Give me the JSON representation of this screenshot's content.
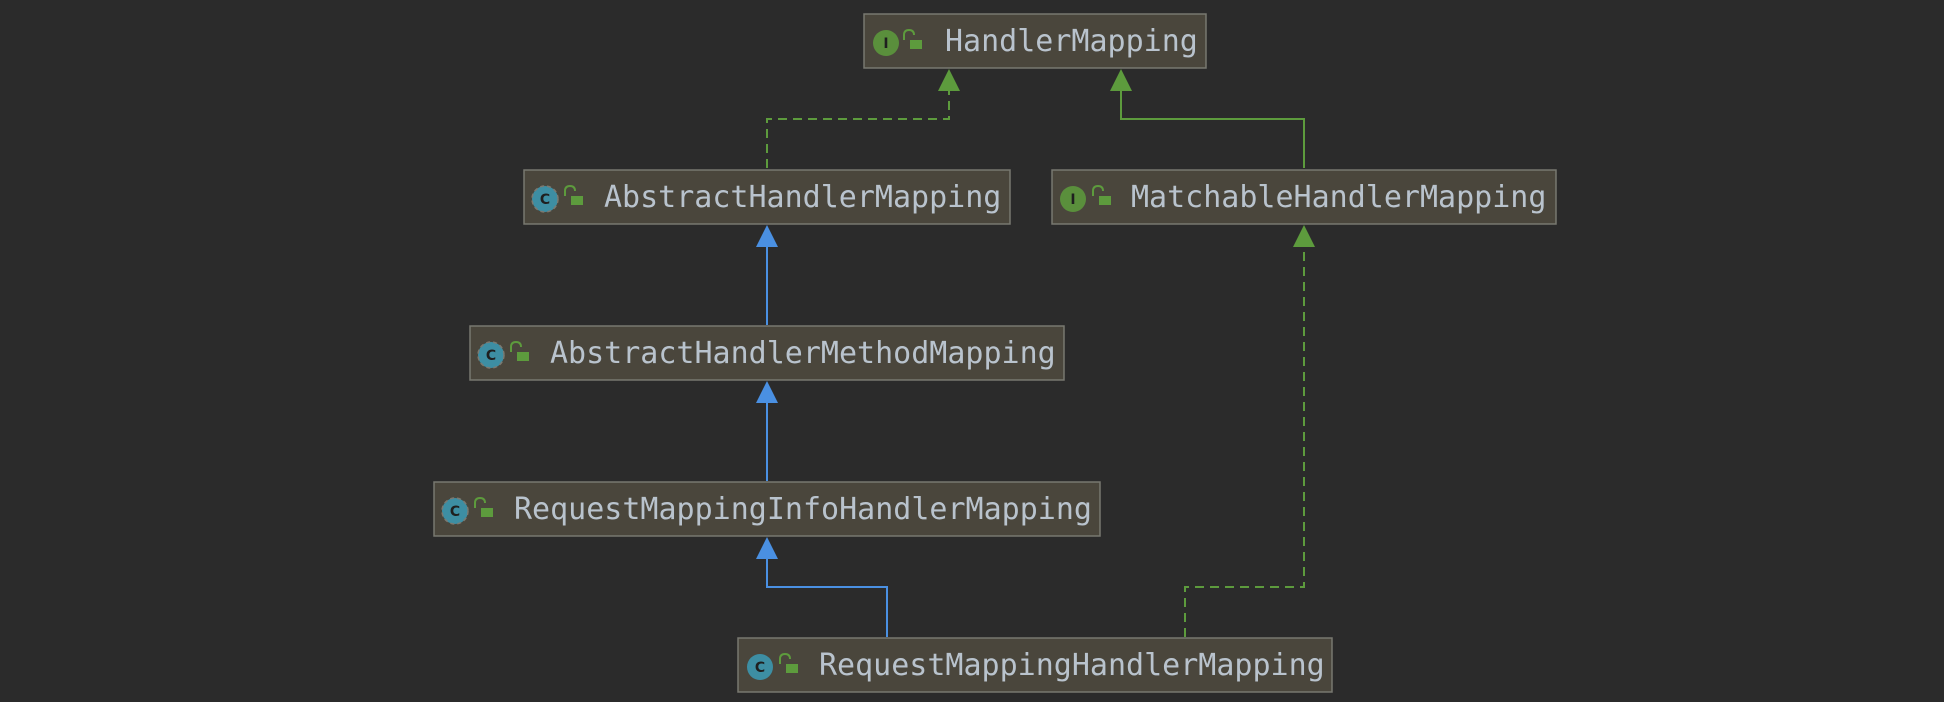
{
  "diagram": {
    "colors": {
      "background": "#2b2b2b",
      "node_fill": "#4a463c",
      "node_border": "#787870",
      "label": "#b9c3cd",
      "interface_icon": "#5a8f3c",
      "class_icon": "#3d8ea3",
      "abstract_icon": "#3d8ea3",
      "lock": "#5d9b3d",
      "extends_edge": "#4a90e2",
      "implements_edge": "#5d9b3d"
    },
    "nodes": [
      {
        "id": "handler-mapping",
        "label": "HandlerMapping",
        "kind": "interface",
        "icon_letter": "I",
        "icon": "interface-icon"
      },
      {
        "id": "abstract-handler-mapping",
        "label": "AbstractHandlerMapping",
        "kind": "abstract-class",
        "icon_letter": "C",
        "icon": "abstract-class-icon"
      },
      {
        "id": "matchable-handler-mapping",
        "label": "MatchableHandlerMapping",
        "kind": "interface",
        "icon_letter": "I",
        "icon": "interface-icon"
      },
      {
        "id": "abstract-handler-method-mapping",
        "label": "AbstractHandlerMethodMapping",
        "kind": "abstract-class",
        "icon_letter": "C",
        "icon": "abstract-class-icon"
      },
      {
        "id": "request-mapping-info-handler-mapping",
        "label": "RequestMappingInfoHandlerMapping",
        "kind": "abstract-class",
        "icon_letter": "C",
        "icon": "abstract-class-icon"
      },
      {
        "id": "request-mapping-handler-mapping",
        "label": "RequestMappingHandlerMapping",
        "kind": "class",
        "icon_letter": "C",
        "icon": "class-icon"
      }
    ],
    "edges": [
      {
        "from": "abstract-handler-mapping",
        "to": "handler-mapping",
        "type": "implements"
      },
      {
        "from": "matchable-handler-mapping",
        "to": "handler-mapping",
        "type": "extends-interface"
      },
      {
        "from": "abstract-handler-method-mapping",
        "to": "abstract-handler-mapping",
        "type": "extends"
      },
      {
        "from": "request-mapping-info-handler-mapping",
        "to": "abstract-handler-method-mapping",
        "type": "extends"
      },
      {
        "from": "request-mapping-handler-mapping",
        "to": "request-mapping-info-handler-mapping",
        "type": "extends"
      },
      {
        "from": "request-mapping-handler-mapping",
        "to": "matchable-handler-mapping",
        "type": "implements"
      }
    ]
  }
}
